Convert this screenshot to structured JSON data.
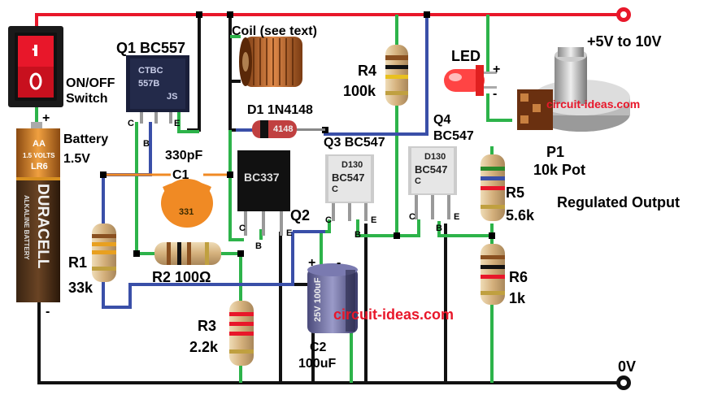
{
  "labels": {
    "q1": "Q1 BC557",
    "coil": "Coil (see text)",
    "r4": "R4",
    "r4_val": "100k",
    "led": "LED",
    "supply": "+5V to 10V",
    "switch_1": "ON/OFF",
    "switch_2": "Switch",
    "d1": "D1 1N4148",
    "battery_1": "Battery",
    "battery_2": "1.5V",
    "c1_val": "330pF",
    "c1": "C1",
    "q2": "Q2",
    "q3": "Q3 BC547",
    "q4_1": "Q4",
    "q4_2": "BC547",
    "p1": "P1",
    "p1_val": "10k Pot",
    "r5": "R5",
    "r5_val": "5.6k",
    "regulated": "Regulated Output",
    "r1": "R1",
    "r1_val": "33k",
    "r2": "R2 100Ω",
    "r6": "R6",
    "r6_val": "1k",
    "r3": "R3",
    "r3_val": "2.2k",
    "c2": "C2",
    "c2_val": "100uF",
    "gnd": "0V",
    "watermark_1": "circuit-ideas.com",
    "watermark_2": "circuit-ideas.com"
  },
  "pins": {
    "q1_c": "C",
    "q1_b": "B",
    "q1_e": "E",
    "q2_c": "C",
    "q2_b": "B",
    "q2_e": "E",
    "q3_c": "C",
    "q3_b": "B",
    "q3_e": "E",
    "q4_c": "C",
    "q4_b": "B",
    "q4_e": "E",
    "bat_plus": "+",
    "bat_minus": "-",
    "led_plus": "+",
    "led_minus": "-",
    "c2_plus": "+",
    "c2_minus": "-"
  },
  "markings": {
    "q1_1": "CTBC",
    "q1_2": "557B",
    "q1_3": "JS",
    "q2": "BC337",
    "q3_1": "D130",
    "q3_2": "BC547",
    "q3_3": "C",
    "q4_1": "D130",
    "q4_2": "BC547",
    "q4_3": "C",
    "c1": "331",
    "c2": "25V 100uF",
    "d1": "4148",
    "bat_1": "AA",
    "bat_2": "1.5 VOLTS",
    "bat_3": "LR6",
    "bat_4": "DURACELL",
    "bat_5": "ALKALINE BATTERY",
    "switch_on": "-",
    "switch_off": "O"
  },
  "colors": {
    "wire_red": "#e8172a",
    "wire_black": "#111111",
    "wire_green": "#2db34a",
    "wire_blue": "#3a4fa8",
    "wire_orange": "#f08a24",
    "resistor_body": "#d9b98a"
  }
}
